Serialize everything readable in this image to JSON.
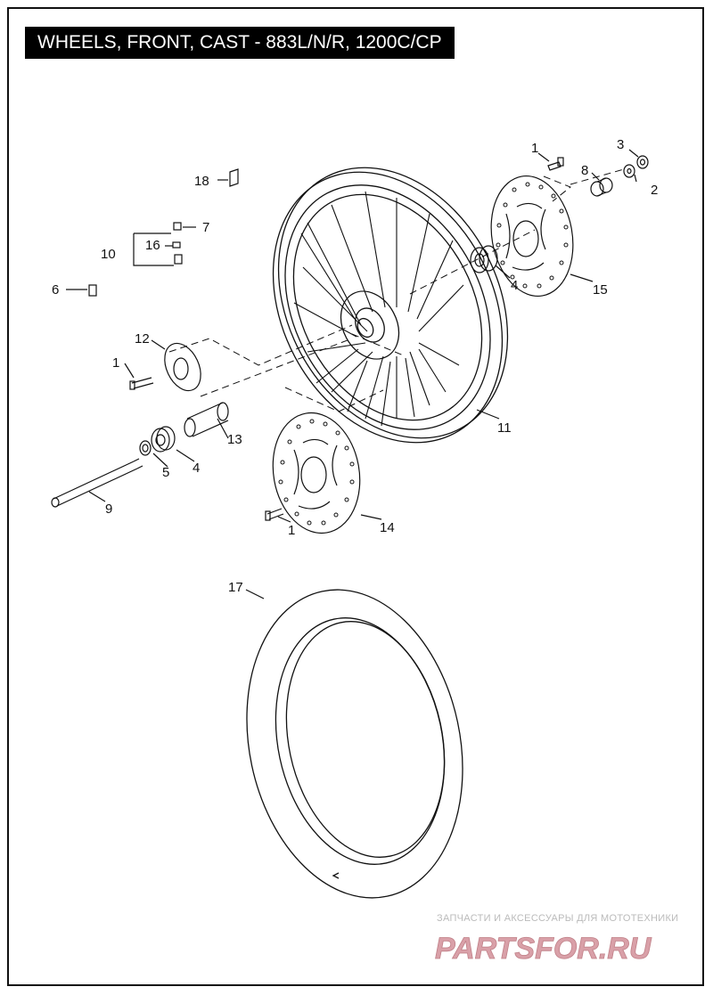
{
  "title": "WHEELS, FRONT, CAST - 883L/N/R, 1200C/CP",
  "callouts": {
    "c1a": "1",
    "c3": "3",
    "c8": "8",
    "c2": "2",
    "c18": "18",
    "c7": "7",
    "c10": "10",
    "c16": "16",
    "c6": "6",
    "c4a": "4",
    "c15": "15",
    "c12": "12",
    "c1b": "1",
    "c11": "11",
    "c13": "13",
    "c4b": "4",
    "c5": "5",
    "c9": "9",
    "c1c": "1",
    "c14": "14",
    "c17": "17"
  },
  "watermark": {
    "subtitle": "ЗАПЧАСТИ И АКСЕССУАРЫ ДЛЯ МОТОТЕХНИКИ",
    "logo_text": "PARTSFOR.RU",
    "color": "#d9a0a8"
  }
}
